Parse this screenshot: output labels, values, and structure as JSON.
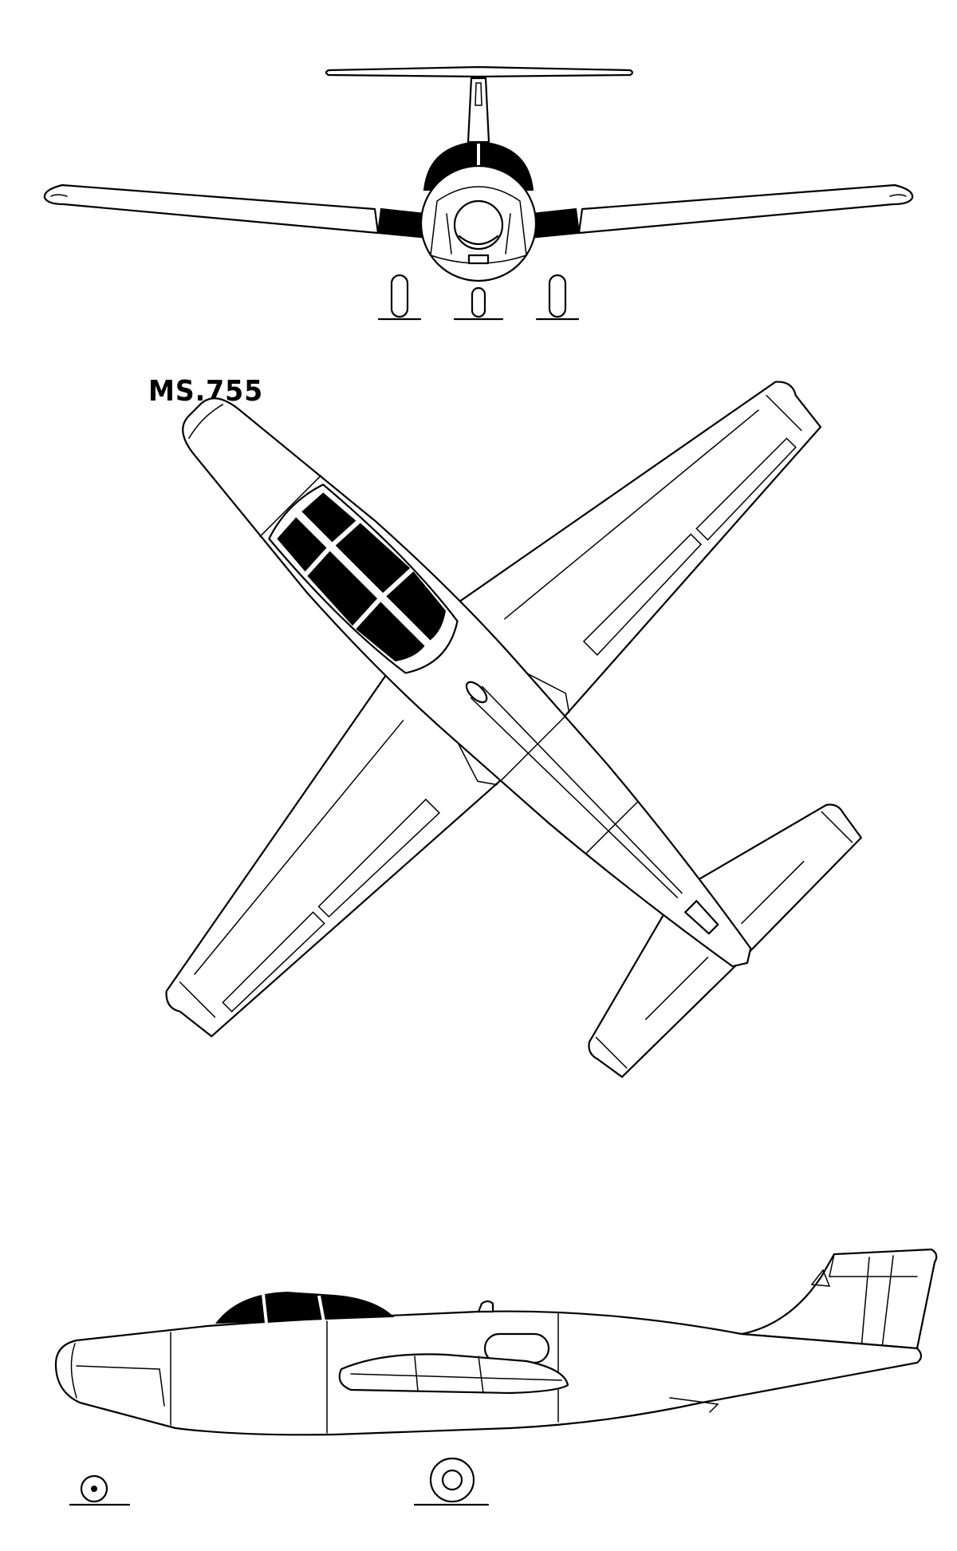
{
  "title": "MS.755",
  "colors": {
    "ink": "#000000",
    "paper": "#ffffff"
  },
  "views": [
    "front-view",
    "top-view",
    "side-view"
  ]
}
